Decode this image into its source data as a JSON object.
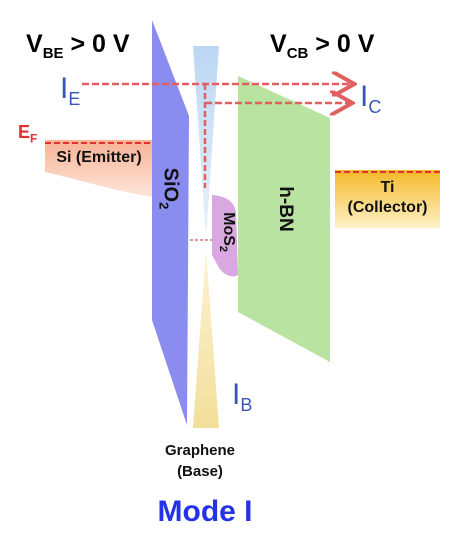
{
  "labels": {
    "vbe": {
      "main": "V",
      "sub": "BE",
      "rest": " > 0 V"
    },
    "vcb": {
      "main": "V",
      "sub": "CB",
      "rest": " > 0 V"
    },
    "ie": {
      "main": "I",
      "sub": "E"
    },
    "ic": {
      "main": "I",
      "sub": "C"
    },
    "ib": {
      "main": "I",
      "sub": "B"
    },
    "ef": {
      "main": "E",
      "sub": "F"
    },
    "emitter": "Si (Emitter)",
    "sio2": {
      "main": "SiO",
      "sub": "2"
    },
    "mos2": {
      "main": "MoS",
      "sub": "2"
    },
    "hbn": "h-BN",
    "collector_line1": "Ti",
    "collector_line2": "(Collector)",
    "base_line1": "Graphene",
    "base_line2": "(Base)",
    "mode": "Mode I"
  },
  "colors": {
    "sio2": "#8a8cf0",
    "hbn": "#b9e3a0",
    "mos2": "#d9a8e0",
    "emitter": "#f5b79c",
    "collector": "#f7c64a",
    "fermi_line": "#e03030",
    "current_arrow": "#e06060",
    "current_label": "#3a55b8",
    "mode_label": "#2433e8",
    "graphene_top": "#c7dcf3",
    "graphene_bottom": "#f6e7b0"
  }
}
